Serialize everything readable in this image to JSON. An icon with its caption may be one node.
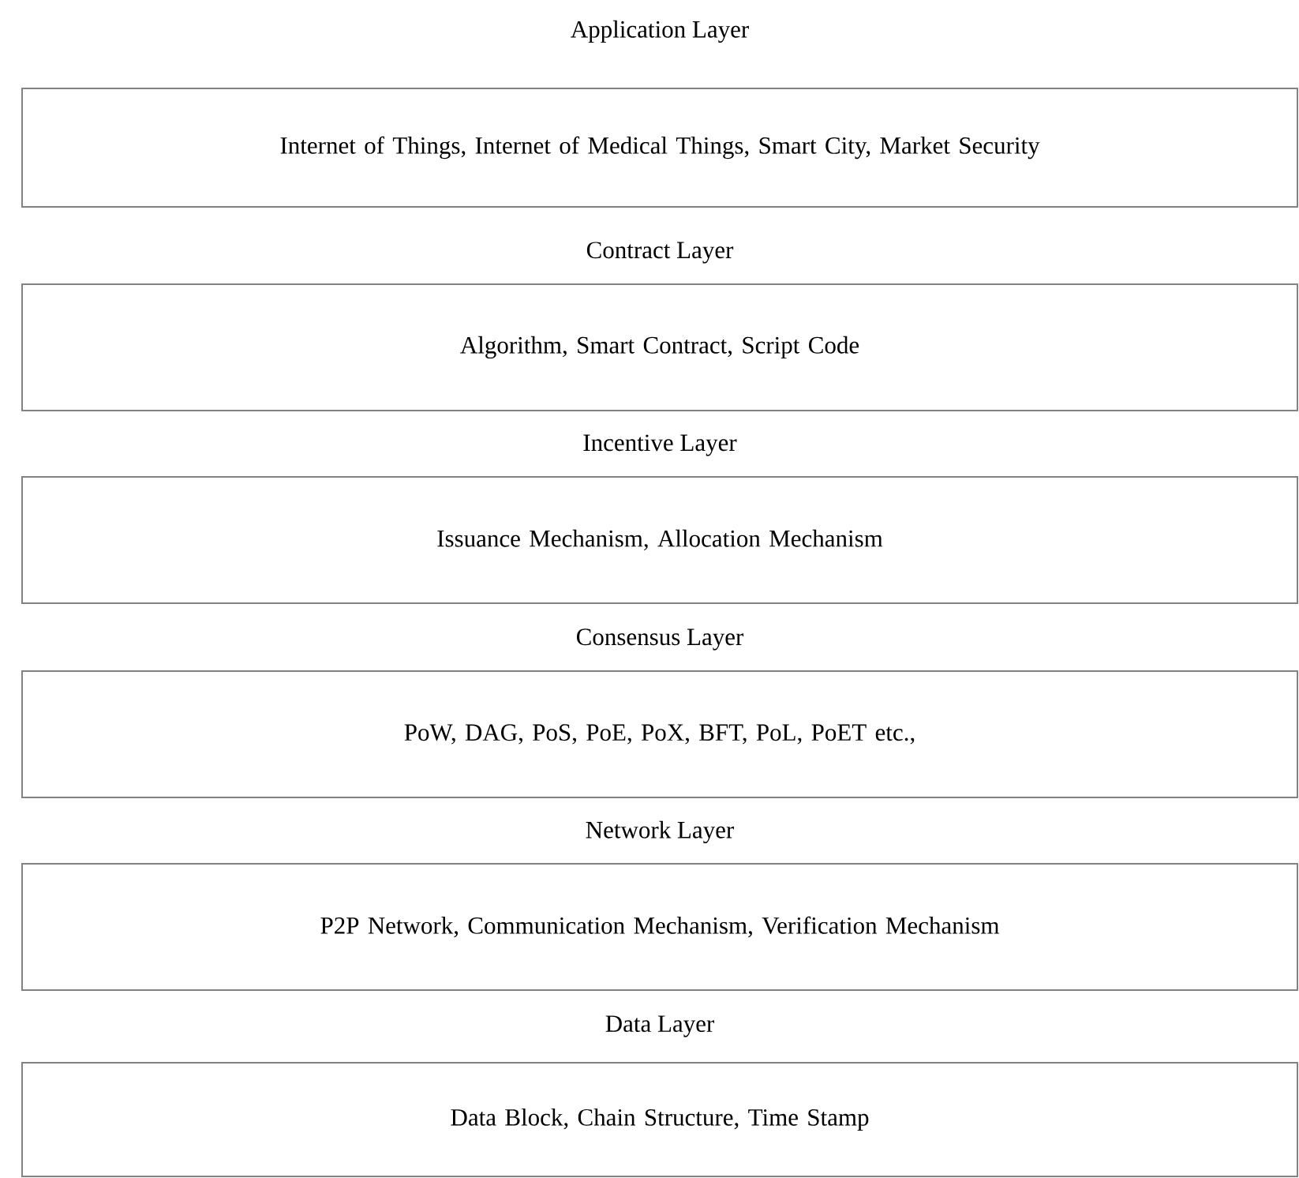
{
  "diagram": {
    "nodes": [
      {
        "text": [
          "Application Layer",
          "Internet of Things, Internet of Medical Things, Smart City, Market Security"
        ]
      },
      {
        "text": [
          "Contract Layer",
          "Algorithm, Smart Contract, Script Code"
        ]
      },
      {
        "text": [
          "Incentive Layer",
          "Issuance Mechanism, Allocation Mechanism"
        ]
      },
      {
        "text": [
          "Consensus Layer",
          "PoW, DAG, PoS, PoE, PoX, BFT, PoL, PoET etc.,"
        ]
      },
      {
        "text": [
          "Network Layer",
          "P2P Network, Communication Mechanism, Verification Mechanism"
        ]
      },
      {
        "text": [
          "Data Layer",
          "Data Block, Chain Structure, Time Stamp"
        ]
      }
    ]
  }
}
